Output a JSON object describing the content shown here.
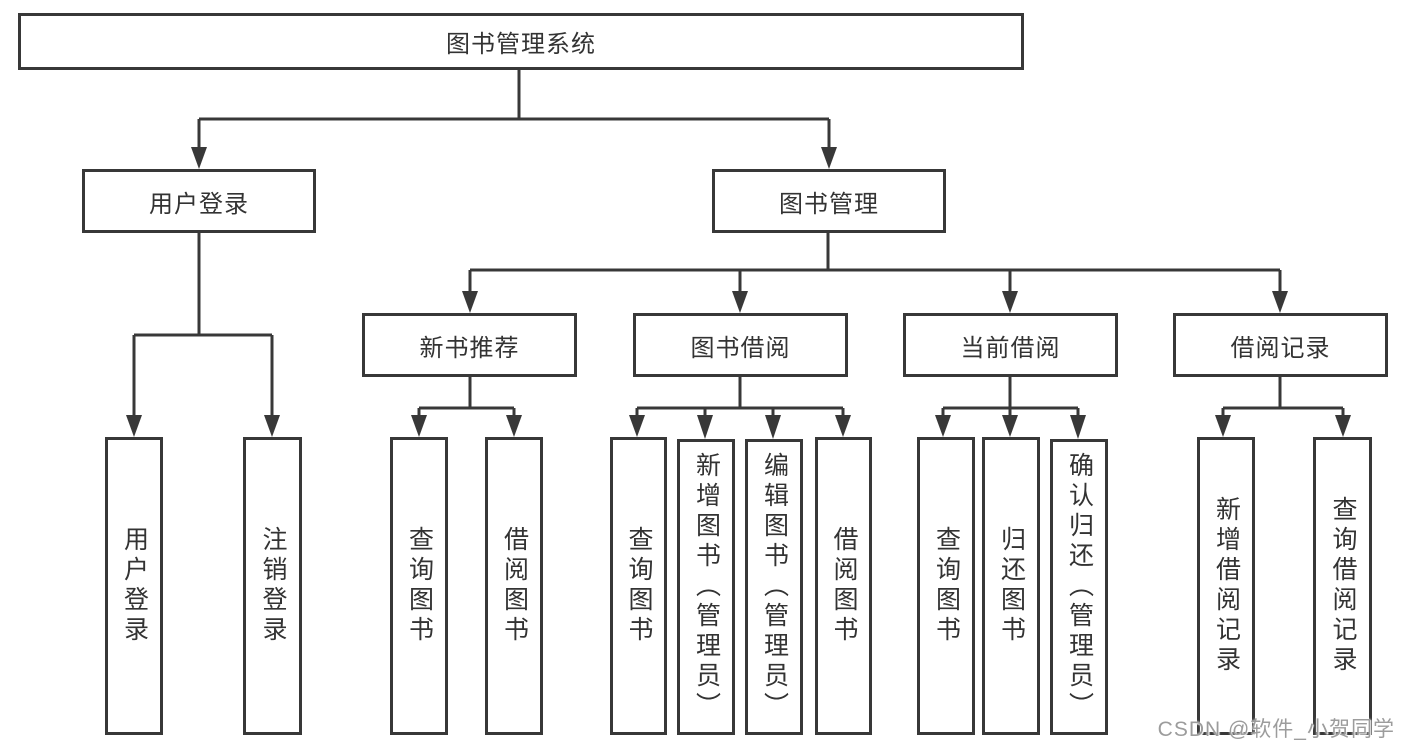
{
  "diagram": {
    "title": "图书管理系统",
    "level1": {
      "user_login": "用户登录",
      "book_mgmt": "图书管理"
    },
    "level2": {
      "new_books": "新书推荐",
      "borrowing": "图书借阅",
      "current": "当前借阅",
      "records": "借阅记录"
    },
    "leaves": {
      "user_login": [
        "用户登录",
        "注销登录"
      ],
      "new_books": [
        "查询图书",
        "借阅图书"
      ],
      "borrowing": [
        "查询图书",
        "新增图书（管理员）",
        "编辑图书（管理员）",
        "借阅图书"
      ],
      "current": [
        "查询图书",
        "归还图书",
        "确认归还（管理员）"
      ],
      "records": [
        "新增借阅记录",
        "查询借阅记录"
      ]
    }
  },
  "watermark": {
    "text": "CSDN @软件_小贺同学"
  },
  "colors": {
    "line": "#383838",
    "border": "#383838",
    "text": "#333333",
    "watermark": "#9c9c9c",
    "background": "#ffffff"
  }
}
